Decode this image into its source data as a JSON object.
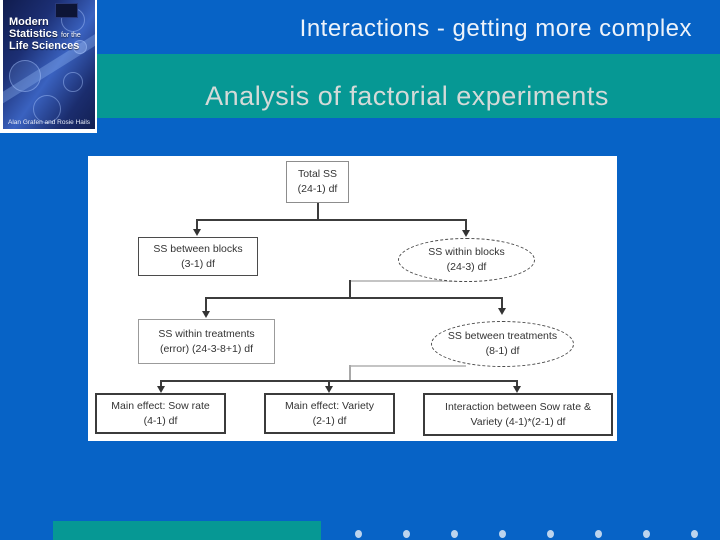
{
  "slide": {
    "title": "Interactions - getting more complex",
    "subtitle": "Analysis of factorial experiments"
  },
  "cover": {
    "title1": "Modern",
    "title2": "Statistics",
    "title2b": "for the",
    "title3": "Life Sciences",
    "authors": "Alan Grafen and Rosie Hails"
  },
  "diagram": {
    "type": "tree",
    "nodes": [
      {
        "id": "total-ss",
        "shape": "rect",
        "line1": "Total SS",
        "line2": "(24-1) df"
      },
      {
        "id": "between-blocks",
        "shape": "rect",
        "line1": "SS between blocks",
        "line2": "(3-1) df"
      },
      {
        "id": "within-blocks",
        "shape": "ellipse",
        "line1": "SS within blocks",
        "line2": "(24-3) df"
      },
      {
        "id": "within-treatments",
        "shape": "rect",
        "line1": "SS within treatments",
        "line2": "(error) (24-3-8+1) df"
      },
      {
        "id": "between-treatments",
        "shape": "ellipse",
        "line1": "SS between treatments",
        "line2": "(8-1) df"
      },
      {
        "id": "main-sow-rate",
        "shape": "rect",
        "line1": "Main effect: Sow rate",
        "line2": "(4-1) df"
      },
      {
        "id": "main-variety",
        "shape": "rect",
        "line1": "Main effect: Variety",
        "line2": "(2-1) df"
      },
      {
        "id": "interaction",
        "shape": "rect",
        "line1": "Interaction between Sow rate &",
        "line2": "Variety (4-1)*(2-1) df"
      }
    ],
    "edges": [
      [
        "total-ss",
        "between-blocks"
      ],
      [
        "total-ss",
        "within-blocks"
      ],
      [
        "within-blocks",
        "within-treatments"
      ],
      [
        "within-blocks",
        "between-treatments"
      ],
      [
        "between-treatments",
        "main-sow-rate"
      ],
      [
        "between-treatments",
        "main-variety"
      ],
      [
        "between-treatments",
        "interaction"
      ]
    ]
  },
  "footer": {
    "dot_count": 8
  },
  "colors": {
    "background_blue": "#0763C6",
    "band_teal": "#069894",
    "title_text": "#EDF3FA",
    "subtitle_text": "#D4DAD8",
    "panel_white": "#FFFFFF",
    "diagram_text": "#333333",
    "dot": "#BCD4EE"
  }
}
